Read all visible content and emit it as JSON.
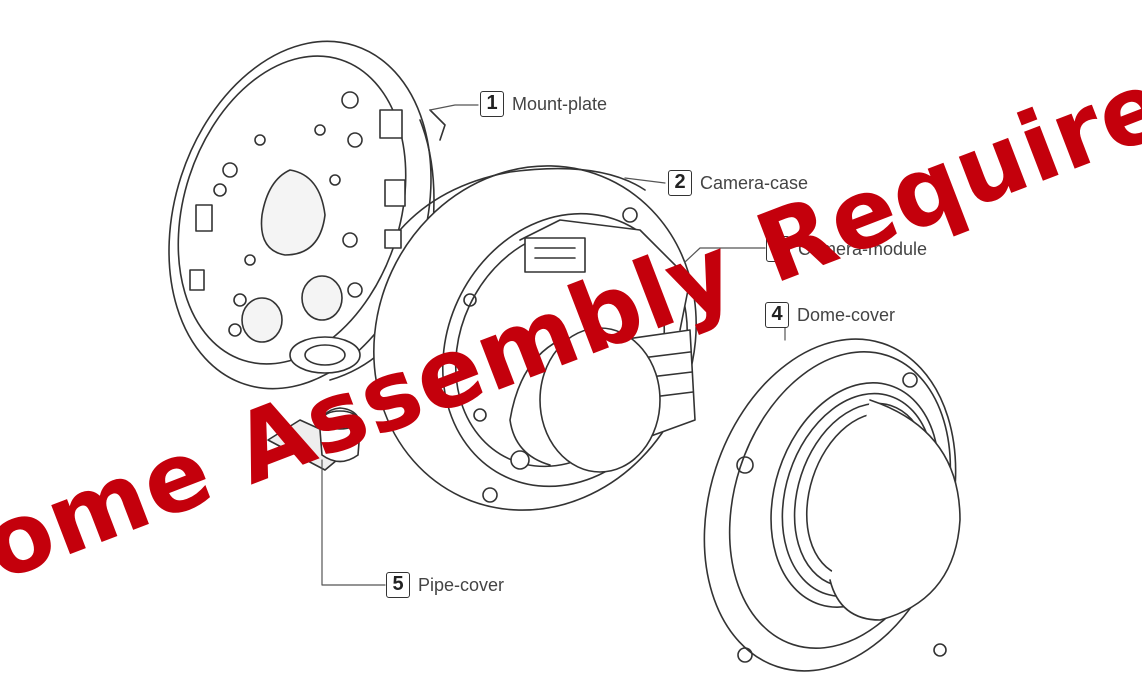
{
  "callouts": [
    {
      "number": "1",
      "label": "Mount-plate"
    },
    {
      "number": "2",
      "label": "Camera-case"
    },
    {
      "number": "3",
      "label": "Camera-module"
    },
    {
      "number": "4",
      "label": "Dome-cover"
    },
    {
      "number": "5",
      "label": "Pipe-cover"
    }
  ],
  "overlay": {
    "text": "Some Assembly Required",
    "color": "#c4000c"
  },
  "colors": {
    "line": "#333333",
    "fill": "#ffffff",
    "accent": "#c4000c"
  }
}
